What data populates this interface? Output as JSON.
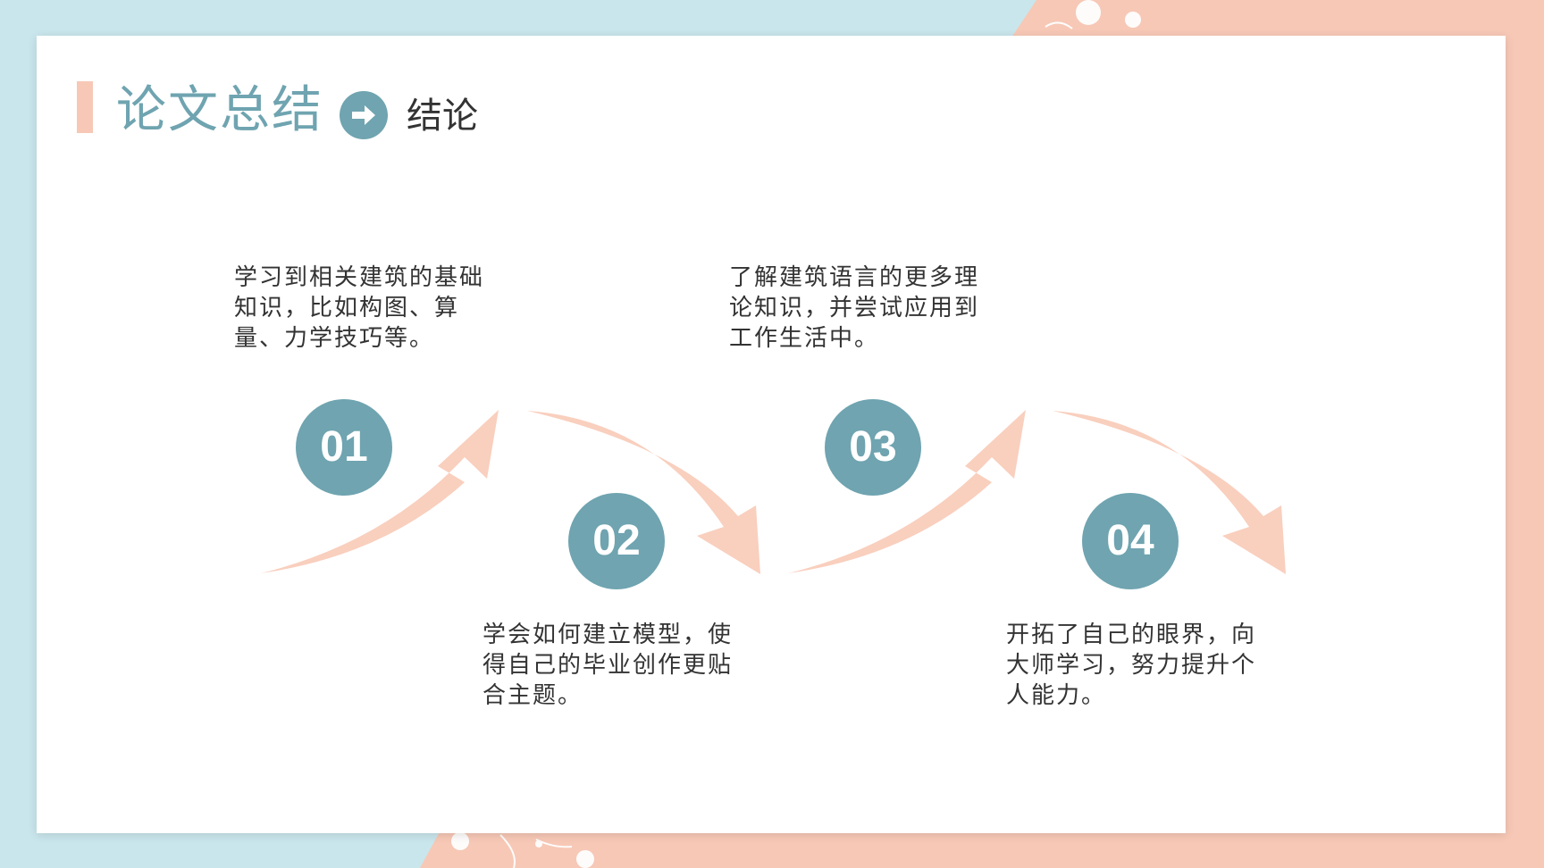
{
  "header": {
    "title": "论文总结",
    "subtitle": "结论"
  },
  "colors": {
    "accent": "#6fa4b0",
    "arrow": "#f9cfbe",
    "background_blue": "#c9e6ec",
    "background_peach": "#f7c8b6",
    "text": "#333333"
  },
  "steps": [
    {
      "number": "01",
      "text": "学习到相关建筑的基础知识，比如构图、算量、力学技巧等。"
    },
    {
      "number": "02",
      "text": "学会如何建立模型，使得自己的毕业创作更贴合主题。"
    },
    {
      "number": "03",
      "text": "了解建筑语言的更多理论知识，并尝试应用到工作生活中。"
    },
    {
      "number": "04",
      "text": "开拓了自己的眼界，向大师学习，努力提升个人能力。"
    }
  ]
}
